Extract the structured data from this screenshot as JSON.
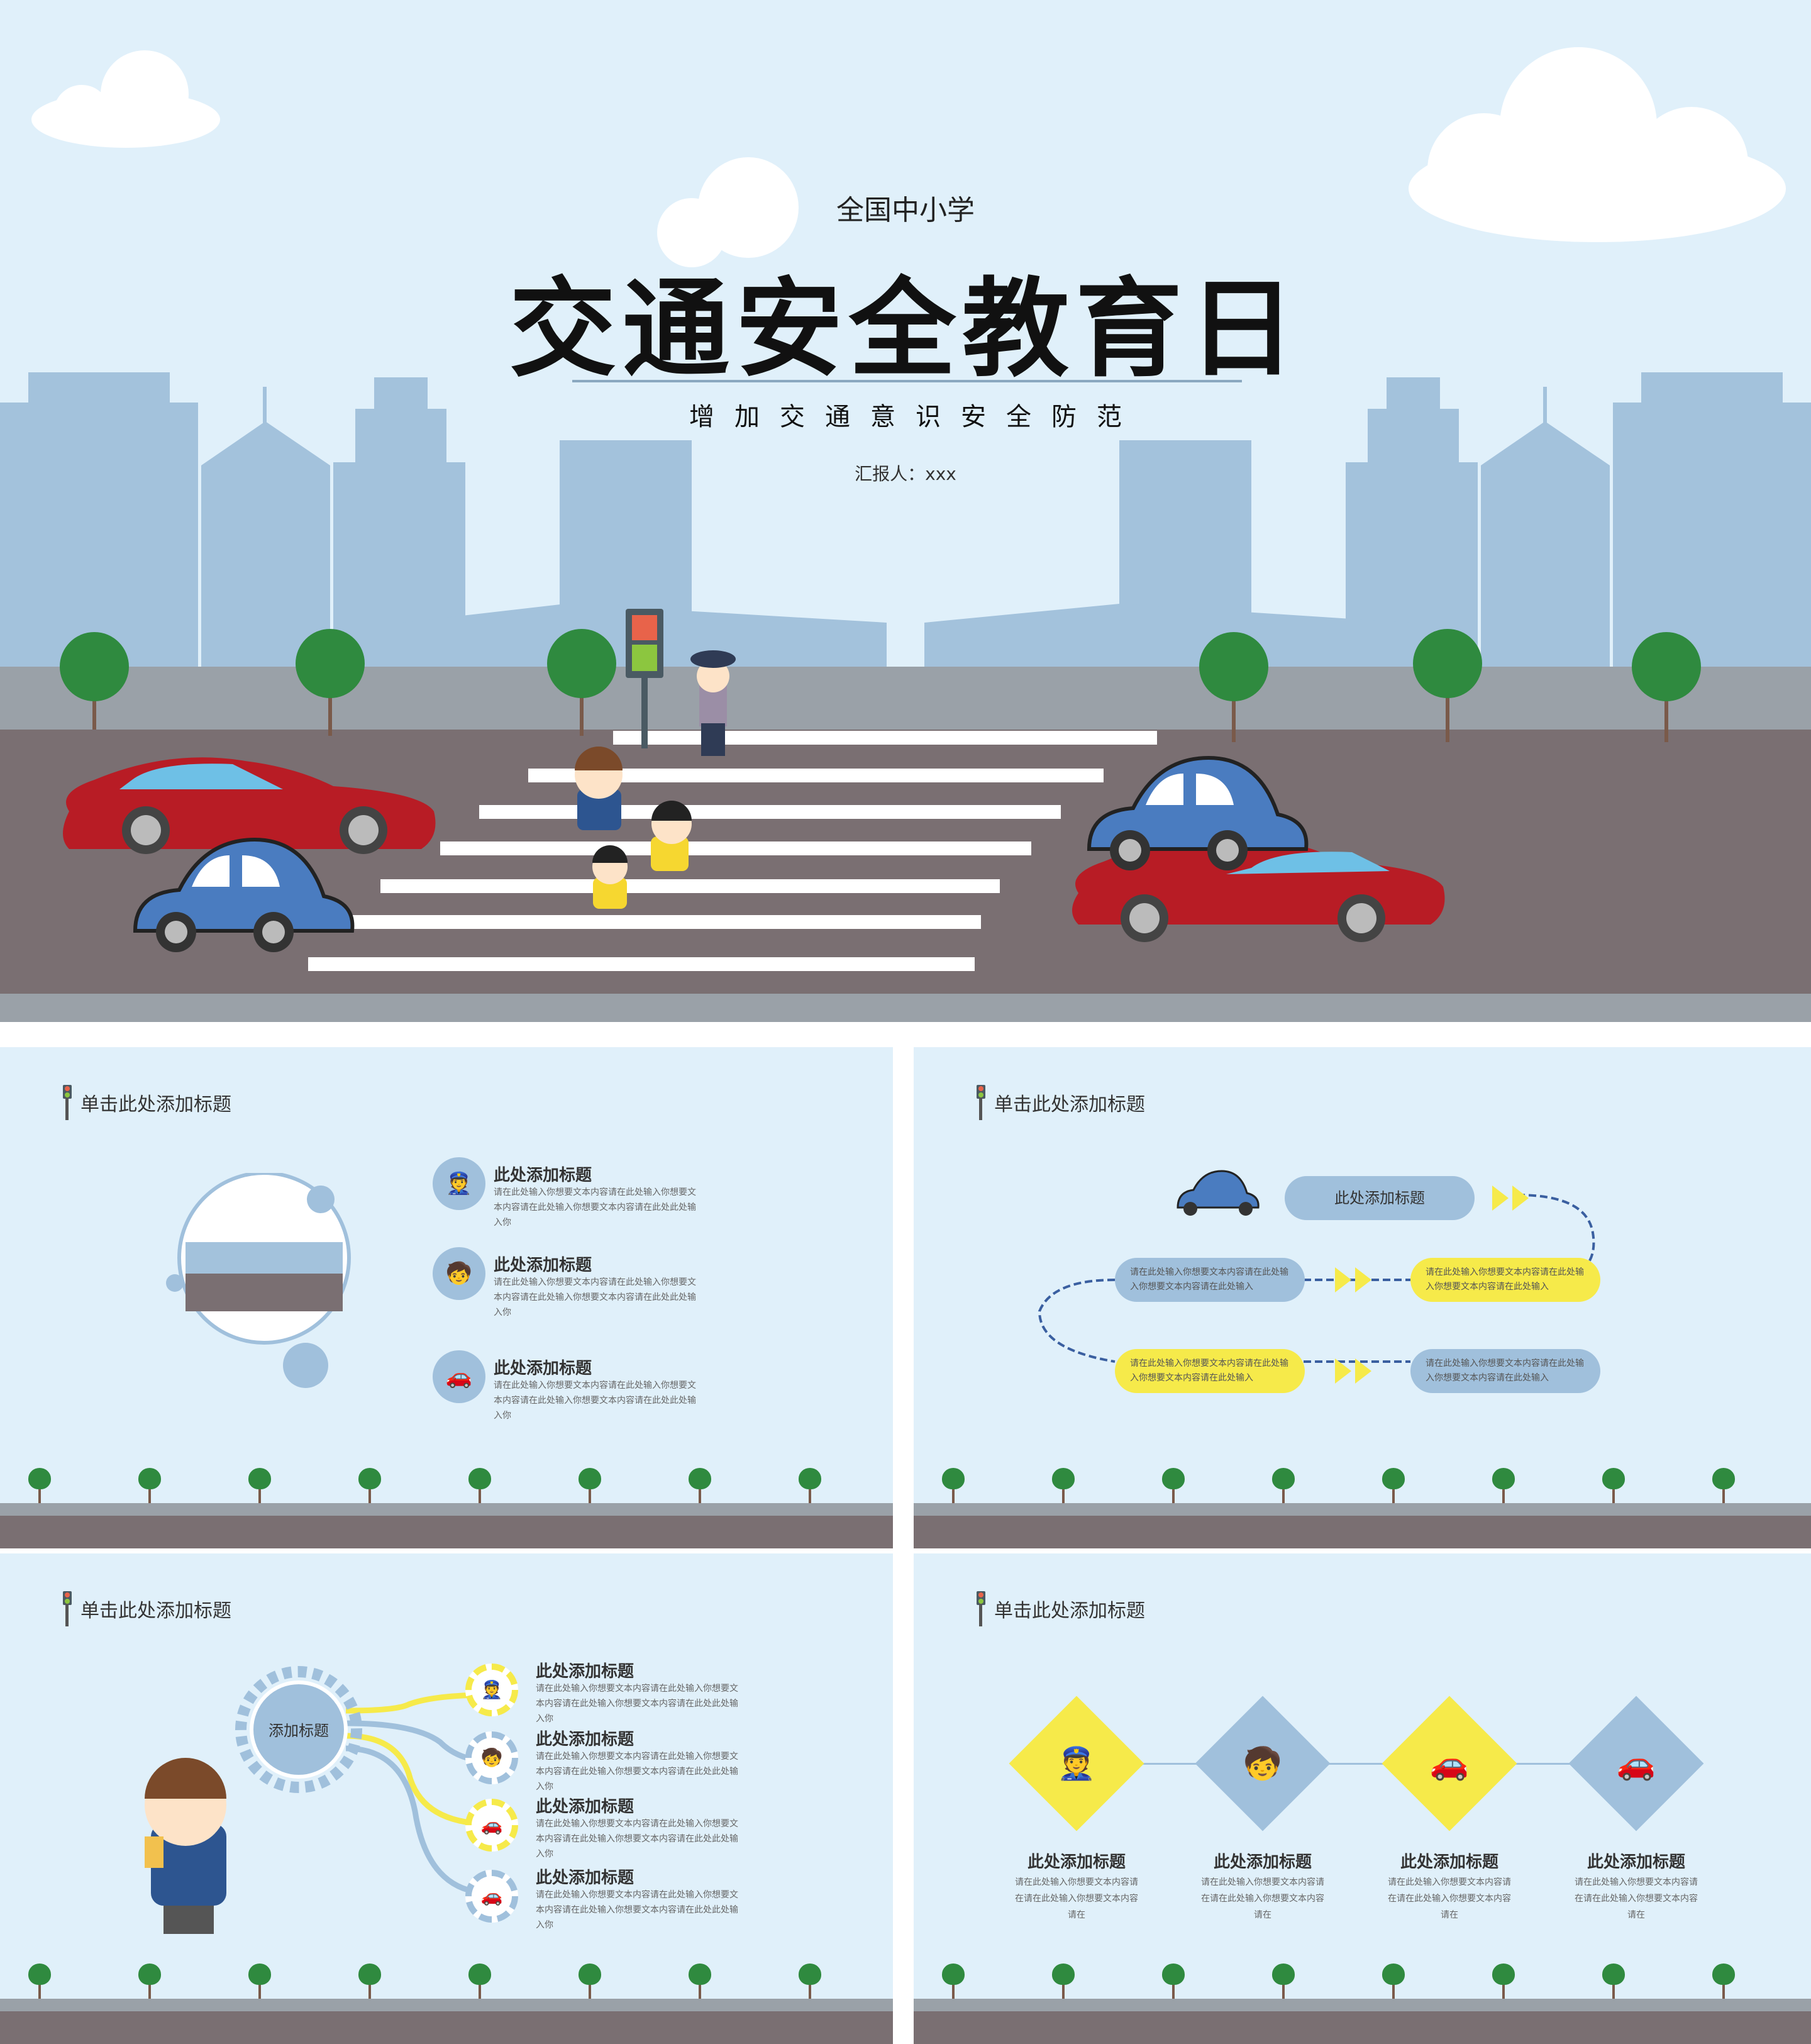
{
  "cover": {
    "pre_title": "全国中小学",
    "title": "交通安全教育日",
    "subtitle": "增加交通意识安全防范",
    "reporter": "汇报人：xxx"
  },
  "slide_title": "单击此处添加标题",
  "slide2": {
    "items": [
      {
        "icon": "police-icon",
        "title": "此处添加标题",
        "text": "请在此处输入你想要文本内容请在此处输入你想要文本内容请在此处输入你想要文本内容请在此处此处输入你"
      },
      {
        "icon": "child-icon",
        "title": "此处添加标题",
        "text": "请在此处输入你想要文本内容请在此处输入你想要文本内容请在此处输入你想要文本内容请在此处此处输入你"
      },
      {
        "icon": "car-icon",
        "title": "此处添加标题",
        "text": "请在此处输入你想要文本内容请在此处输入你想要文本内容请在此处输入你想要文本内容请在此处此处输入你"
      }
    ]
  },
  "slide3": {
    "header_pill": "此处添加标题",
    "pills": [
      "请在此处输入你想要文本内容请在此处输入你想要文本内容请在此处输入",
      "请在此处输入你想要文本内容请在此处输入你想要文本内容请在此处输入",
      "请在此处输入你想要文本内容请在此处输入你想要文本内容请在此处输入",
      "请在此处输入你想要文本内容请在此处输入你想要文本内容请在此处输入"
    ]
  },
  "slide4": {
    "gear_label": "添加标题",
    "items": [
      {
        "title": "此处添加标题",
        "text": "请在此处输入你想要文本内容请在此处输入你想要文本内容请在此处输入你想要文本内容请在此处此处输入你"
      },
      {
        "title": "此处添加标题",
        "text": "请在此处输入你想要文本内容请在此处输入你想要文本内容请在此处输入你想要文本内容请在此处此处输入你"
      },
      {
        "title": "此处添加标题",
        "text": "请在此处输入你想要文本内容请在此处输入你想要文本内容请在此处输入你想要文本内容请在此处此处输入你"
      },
      {
        "title": "此处添加标题",
        "text": "请在此处输入你想要文本内容请在此处输入你想要文本内容请在此处输入你想要文本内容请在此处此处输入你"
      }
    ]
  },
  "slide5": {
    "items": [
      {
        "title": "此处添加标题",
        "text": "请在此处输入你想要文本内容请在请在此处输入你想要文本内容请在"
      },
      {
        "title": "此处添加标题",
        "text": "请在此处输入你想要文本内容请在请在此处输入你想要文本内容请在"
      },
      {
        "title": "此处添加标题",
        "text": "请在此处输入你想要文本内容请在请在此处输入你想要文本内容请在"
      },
      {
        "title": "此处添加标题",
        "text": "请在此处输入你想要文本内容请在请在此处输入你想要文本内容请在"
      }
    ]
  },
  "colors": {
    "sky": "#e0f0fa",
    "building": "#a3c2dc",
    "road": "#7a6f72",
    "yellow": "#f6ea4a",
    "blue": "#a0c0dc",
    "red": "#b81c25"
  }
}
